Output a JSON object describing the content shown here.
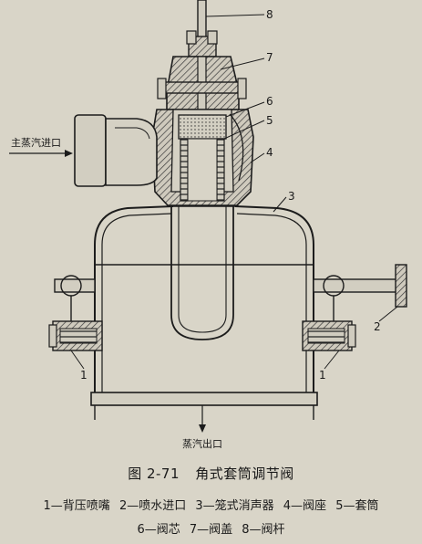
{
  "figure": {
    "number": "图 2-71",
    "title": "角式套筒调节阀",
    "callout_labels": [
      "8",
      "7",
      "6",
      "5",
      "4",
      "3",
      "2",
      "1",
      "1"
    ],
    "inlet_label": "主蒸汽进口",
    "outlet_label": "蒸汽出口"
  },
  "legend": {
    "line1": [
      "1—背压喷嘴",
      "2—喷水进口",
      "3—笼式消声器",
      "4—阀座",
      "5—套筒"
    ],
    "line2": [
      "6—阀芯",
      "7—阀盖",
      "8—阀杆"
    ]
  },
  "colors": {
    "paper": "#d9d5c8",
    "ink": "#1c1c1c",
    "hatch": "#3a3a3a"
  }
}
